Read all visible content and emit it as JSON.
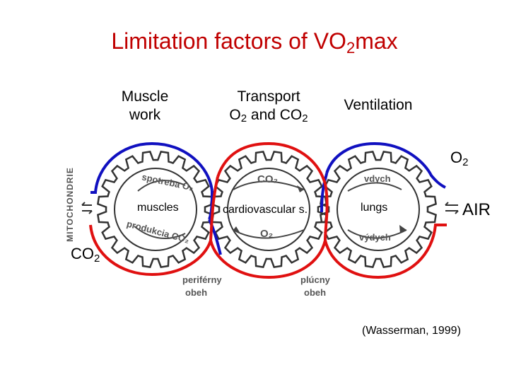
{
  "title": {
    "main": "Limitation factors of VO",
    "sub": "2",
    "tail": "max"
  },
  "columns": [
    {
      "line1": "Muscle",
      "line2": "work"
    },
    {
      "line1": "Transport",
      "line2_a": "O",
      "line2_sub1": "2",
      "line2_b": " and CO",
      "line2_sub2": "2"
    },
    {
      "line1": "Ventilation"
    }
  ],
  "gears": {
    "left": "muscles",
    "middle": "cardiovascular s.",
    "right": "lungs"
  },
  "side_labels": {
    "o2_main": "O",
    "o2_sub": "2",
    "co2_main": "CO",
    "co2_sub": "2",
    "air": "AIR",
    "mitochondrie": "MITOCHONDRIE"
  },
  "gear_inscriptions": {
    "spotreba": "spotreba O₂",
    "produkcia": "produkcia CO₂",
    "co2": "CO₂",
    "o2": "O₂",
    "vdych": "vdych",
    "vydych": "výdych",
    "periferny": "periférny",
    "periferny_obeh": "obeh",
    "plucny": "plúcny",
    "plucny_obeh": "obeh"
  },
  "citation": "(Wasserman, 1999)",
  "colors": {
    "title": "#c00000",
    "blue": "#1010c0",
    "red": "#e01010",
    "gear": "#333333"
  }
}
